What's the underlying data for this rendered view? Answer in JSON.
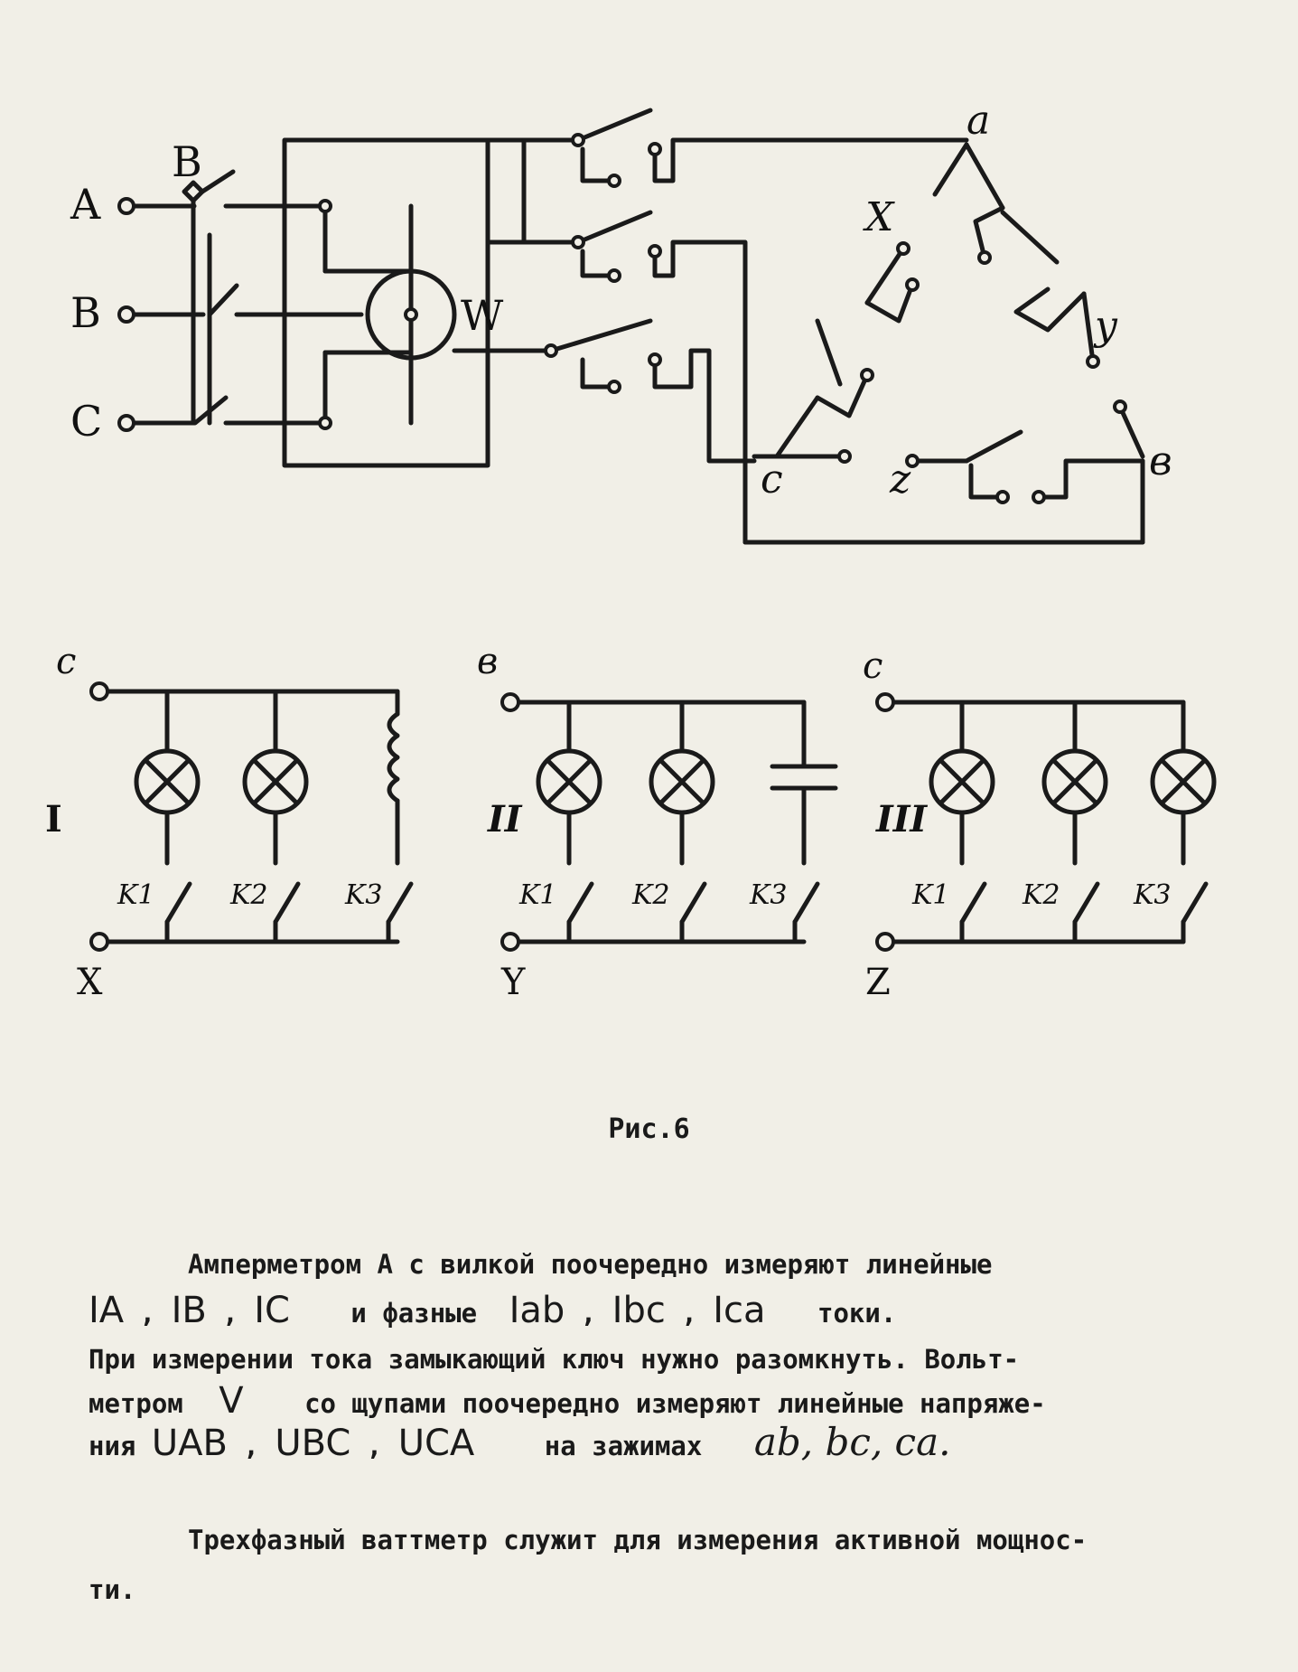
{
  "diagram": {
    "supply_terminals": [
      "A",
      "B",
      "C"
    ],
    "switch_label": "B",
    "wattmeter_label": "W",
    "delta_nodes": [
      "a",
      "в",
      "c"
    ],
    "coil_labels": [
      "X",
      "y",
      "z"
    ],
    "loads": [
      {
        "numeral": "I",
        "top_terminal": "c",
        "bottom_terminal": "X",
        "keys": [
          "K1",
          "K2",
          "K3"
        ]
      },
      {
        "numeral": "II",
        "top_terminal": "в",
        "bottom_terminal": "Y",
        "keys": [
          "K1",
          "K2",
          "K3"
        ]
      },
      {
        "numeral": "III",
        "top_terminal": "c",
        "bottom_terminal": "Z",
        "keys": [
          "K1",
          "K2",
          "K3"
        ]
      }
    ]
  },
  "caption": "Рис.6",
  "paragraph1": {
    "l1": "Амперметром А с вилкой поочередно измеряют линейные",
    "l2_a": "IA",
    "l2_b": "IB",
    "l2_c": "IC",
    "l2_mid": "и фазные",
    "l2_d": "Iab",
    "l2_e": "Ibc",
    "l2_f": "Ica",
    "l2_end": "токи.",
    "l3": "При измерении тока замыкающий ключ нужно разомкнуть. Вольт-",
    "l4_a": "метром",
    "l4_v": "V",
    "l4_b": "со щупами поочередно измеряют линейные напряже-",
    "l5_a": "ния",
    "l5_u1": "UAB",
    "l5_u2": "UBC",
    "l5_u3": "UCA",
    "l5_b": "на зажимах",
    "l5_c": "ab, bc, ca."
  },
  "paragraph2": {
    "l1": "Трехфазный ваттметр служит для измерения активной мощнос-",
    "l2": "ти."
  }
}
